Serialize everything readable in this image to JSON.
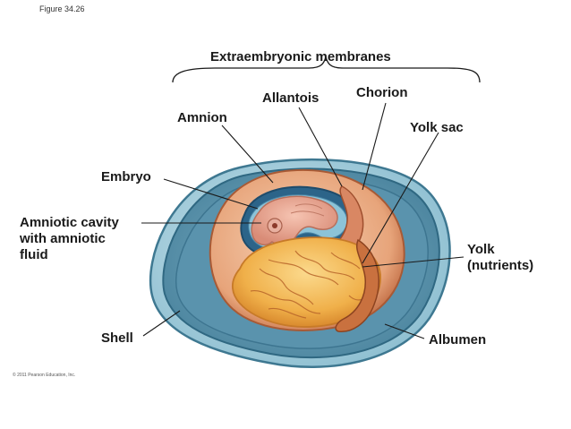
{
  "figure_number": "Figure 34.26",
  "copyright": "© 2011 Pearson Education, Inc.",
  "labels": {
    "extraembryonic": "Extraembryonic membranes",
    "allantois": "Allantois",
    "chorion": "Chorion",
    "amnion": "Amnion",
    "yolk_sac": "Yolk sac",
    "embryo": "Embryo",
    "amniotic_cavity": "Amniotic cavity\nwith amniotic\nfluid",
    "yolk": "Yolk\n(nutrients)",
    "shell": "Shell",
    "albumen": "Albumen"
  },
  "colors": {
    "shell_outer": "#9ec7d6",
    "shell_inner": "#3f7f9c",
    "albumen": "#5f97b0",
    "chorion": "#c97a55",
    "amnion_blue": "#2a5f86",
    "embryo": "#e3a38e",
    "yolk": "#f2b34c",
    "yolk_vessels": "#b8652a"
  }
}
